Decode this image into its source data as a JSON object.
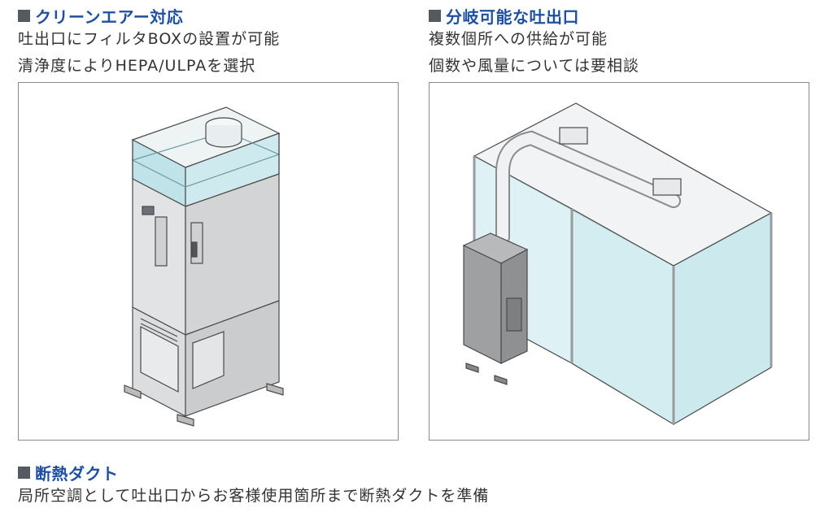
{
  "sections": {
    "clean_air": {
      "title": "クリーンエアー対応",
      "lines": [
        "吐出口にフィルタBOXの設置が可能",
        "清浄度によりHEPA/ULPAを選択"
      ]
    },
    "branch": {
      "title": "分岐可能な吐出口",
      "lines": [
        "複数個所への供給が可能",
        "個数や風量については要相談"
      ]
    },
    "insulated_duct": {
      "title": "断熱ダクト",
      "lines": [
        "局所空調として吐出口からお客様使用箇所まで断熱ダクトを準備"
      ]
    }
  },
  "colors": {
    "title_blue": "#1f4fa0",
    "marker_gray": "#555a60",
    "glass_cyan": "#bfe3e8",
    "unit_gray": "#d8d9da"
  }
}
